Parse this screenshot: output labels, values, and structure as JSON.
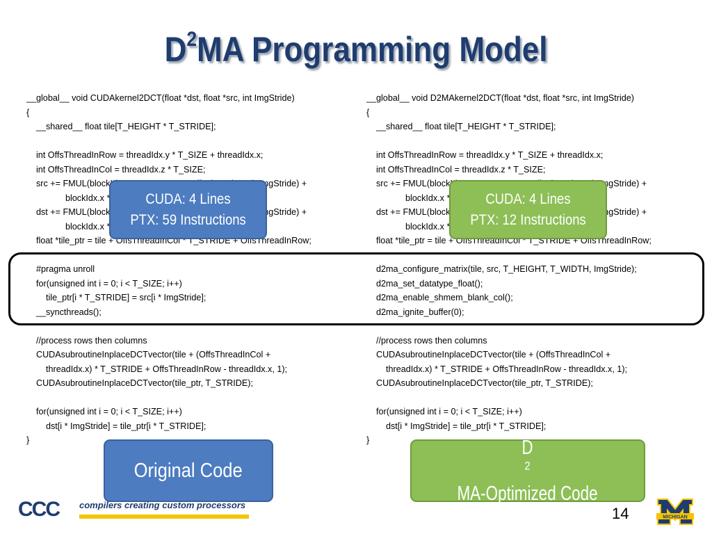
{
  "title": {
    "prefix": "D",
    "sup": "2",
    "rest": "MA Programming Model"
  },
  "left_code": [
    "__global__ void CUDAkernel2DCT(float *dst, float *src, int ImgStride)",
    "{",
    "    __shared__ float tile[T_HEIGHT * T_STRIDE];",
    "",
    "    int OffsThreadInRow = threadIdx.y * T_SIZE + threadIdx.x;",
    "    int OffsThreadInCol = threadIdx.z * T_SIZE;",
    "    src += FMUL(blockIdx.y * T_HEIGHT + OffsThreadInCol, ImgStride) +",
    "                blockIdx.x * T_WIDTH + OffsThreadInRow;",
    "    dst += FMUL(blockIdx.y * T_HEIGHT + OffsThreadInCol, ImgStride) +",
    "                blockIdx.x * T_WIDTH + OffsThreadInRow;",
    "    float *tile_ptr = tile + OffsThreadInCol * T_STRIDE + OffsThreadInRow;",
    "",
    "    #pragma unroll",
    "    for(unsigned int i = 0; i < T_SIZE; i++)",
    "        tile_ptr[i * T_STRIDE] = src[i * ImgStride];",
    "    __syncthreads();",
    "",
    "    //process rows then columns",
    "    CUDAsubroutineInplaceDCTvector(tile + (OffsThreadInCol +",
    "        threadIdx.x) * T_STRIDE + OffsThreadInRow - threadIdx.x, 1);",
    "    CUDAsubroutineInplaceDCTvector(tile_ptr, T_STRIDE);",
    "",
    "    for(unsigned int i = 0; i < T_SIZE; i++)",
    "        dst[i * ImgStride] = tile_ptr[i * T_STRIDE];",
    "}"
  ],
  "right_code": [
    "__global__ void D2MAkernel2DCT(float *dst, float *src, int ImgStride)",
    "{",
    "    __shared__ float tile[T_HEIGHT * T_STRIDE];",
    "",
    "    int OffsThreadInRow = threadIdx.y * T_SIZE + threadIdx.x;",
    "    int OffsThreadInCol = threadIdx.z * T_SIZE;",
    "    src += FMUL(blockIdx.y * T_HEIGHT + OffsThreadInCol, ImgStride) +",
    "                blockIdx.x * T_WIDTH + OffsThreadInRow;",
    "    dst += FMUL(blockIdx.y * T_HEIGHT + OffsThreadInCol, ImgStride) +",
    "                blockIdx.x * T_WIDTH + OffsThreadInRow;",
    "    float *tile_ptr = tile + OffsThreadInCol * T_STRIDE + OffsThreadInRow;",
    "",
    "    d2ma_configure_matrix(tile, src, T_HEIGHT, T_WIDTH, ImgStride);",
    "    d2ma_set_datatype_float();",
    "    d2ma_enable_shmem_blank_col();",
    "    d2ma_ignite_buffer(0);",
    "",
    "    //process rows then columns",
    "    CUDAsubroutineInplaceDCTvector(tile + (OffsThreadInCol +",
    "        threadIdx.x) * T_STRIDE + OffsThreadInRow - threadIdx.x, 1);",
    "    CUDAsubroutineInplaceDCTvector(tile_ptr, T_STRIDE);",
    "",
    "    for(unsigned int i = 0; i < T_SIZE; i++)",
    "        dst[i * ImgStride] = tile_ptr[i * T_STRIDE];",
    "}"
  ],
  "callout_left": {
    "line1": "CUDA: 4 Lines",
    "line2": "PTX: 59 Instructions"
  },
  "callout_right": {
    "line1": "CUDA: 4 Lines",
    "line2": "PTX: 12 Instructions"
  },
  "label_original": "Original Code",
  "label_optimized": {
    "prefix": "D",
    "sup": "2",
    "rest": "MA-Optimized Code"
  },
  "footer": {
    "logo_text": "CCC",
    "tagline": "compilers creating custom processors",
    "page_number": "14",
    "university_badge": "MICHIGAN"
  },
  "colors": {
    "title": "#1f3c6e",
    "blue_callout": "#4d7cc0",
    "green_callout": "#8dbf56",
    "accent_yellow": "#f5c400"
  }
}
